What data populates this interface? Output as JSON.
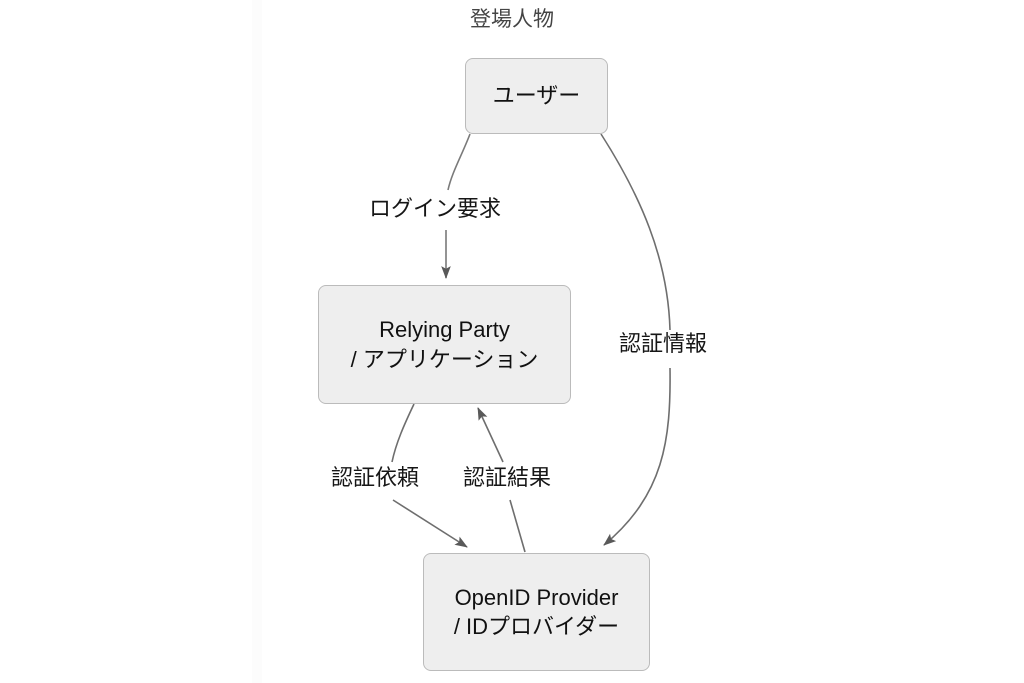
{
  "diagram": {
    "title": "登場人物",
    "type": "flowchart",
    "background_color": "#ffffff",
    "node_fill": "#eeeeee",
    "node_border": "#bbbbbb",
    "edge_color": "#666666",
    "title_color": "#444444",
    "label_color": "#161616",
    "nodes": [
      {
        "id": "user",
        "label_line1": "ユーザー",
        "label_line2": ""
      },
      {
        "id": "rp",
        "label_line1": "Relying Party",
        "label_line2": "/ アプリケーション"
      },
      {
        "id": "op",
        "label_line1": "OpenID Provider",
        "label_line2": "/ IDプロバイダー"
      }
    ],
    "edges": [
      {
        "id": "login",
        "label": "ログイン要求",
        "from": "user",
        "to": "rp"
      },
      {
        "id": "authinfo",
        "label": "認証情報",
        "from": "user",
        "to": "op"
      },
      {
        "id": "authreq",
        "label": "認証依頼",
        "from": "rp",
        "to": "op"
      },
      {
        "id": "authres",
        "label": "認証結果",
        "from": "op",
        "to": "rp"
      }
    ]
  }
}
